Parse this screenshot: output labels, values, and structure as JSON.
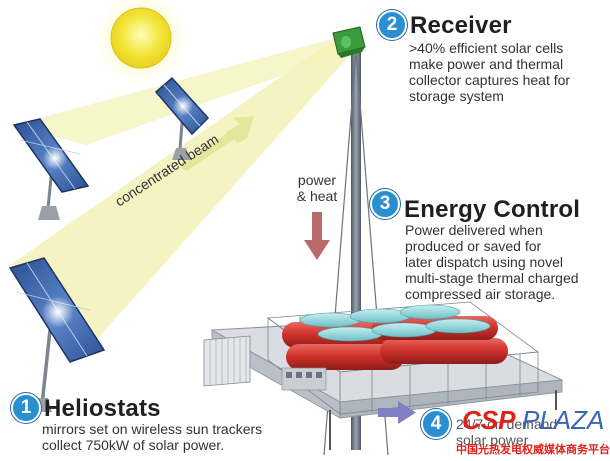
{
  "steps": [
    {
      "number": "1",
      "title": "Heliostats",
      "desc": [
        "mirrors set on wireless sun trackers",
        "collect 750kW of solar power."
      ]
    },
    {
      "number": "2",
      "title": "Receiver",
      "desc": [
        ">40% efficient solar cells",
        "make power and thermal",
        "collector captures heat for",
        "storage system"
      ]
    },
    {
      "number": "3",
      "title": "Energy Control",
      "desc": [
        "Power delivered when",
        "produced or saved for",
        "later dispatch using novel",
        "multi-stage thermal charged",
        "compressed air storage."
      ]
    },
    {
      "number": "4",
      "title": "",
      "desc": [
        "24/7 on demand",
        "solar power"
      ]
    }
  ],
  "labels": {
    "beam": "concentrated beam",
    "flow": [
      "power",
      "& heat"
    ]
  },
  "watermark": {
    "brand_left": "CSP",
    "brand_right": "PLAZA",
    "tagline": "中国光热发电权威媒体商务平台"
  },
  "colors": {
    "sun": "#f3e43a",
    "beam": "#f4f1b8",
    "tower": "#6a7480",
    "receiver": "#3d9b3f",
    "tank": "#d2322c",
    "panel": "#3b63a8",
    "badge": "#2a8fd0",
    "heat_arrow": "#b86a6a",
    "output_arrow": "#8080c4",
    "watermark_red": "#e0201a",
    "watermark_blue": "#3a67b5"
  },
  "icons": [
    "sun-icon",
    "mirror-icon",
    "receiver-icon",
    "tank-icon",
    "arrow-icon"
  ]
}
